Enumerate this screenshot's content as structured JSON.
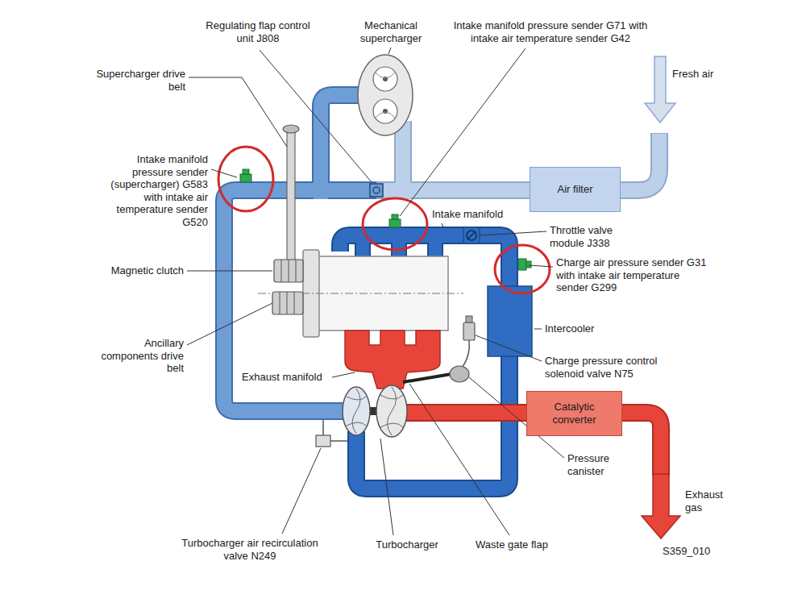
{
  "diagram": {
    "nodes": [
      {
        "text": [
          "Air filter"
        ]
      },
      {
        "text": [
          "Catalytic converter"
        ]
      }
    ],
    "labels": [
      "Regulating flap control unit J808",
      "Mechanical supercharger",
      "Intake manifold pressure sender G71 with intake air temperature sender G42",
      "Fresh air",
      "Supercharger drive belt",
      "Intake manifold pressure sender (supercharger) G583 with intake air temperature sender G520",
      "Intake manifold",
      "Throttle valve module J338",
      "Charge air pressure sender G31 with intake air temperature sender G299",
      "Magnetic clutch",
      "Intercooler",
      "Ancillary components drive belt",
      "Exhaust manifold",
      "Charge pressure control solenoid valve N75",
      "Pressure canister",
      "Exhaust gas",
      "Turbocharger air recirculation valve N249",
      "Turbocharger",
      "Waste gate flap",
      "S359_010"
    ]
  }
}
